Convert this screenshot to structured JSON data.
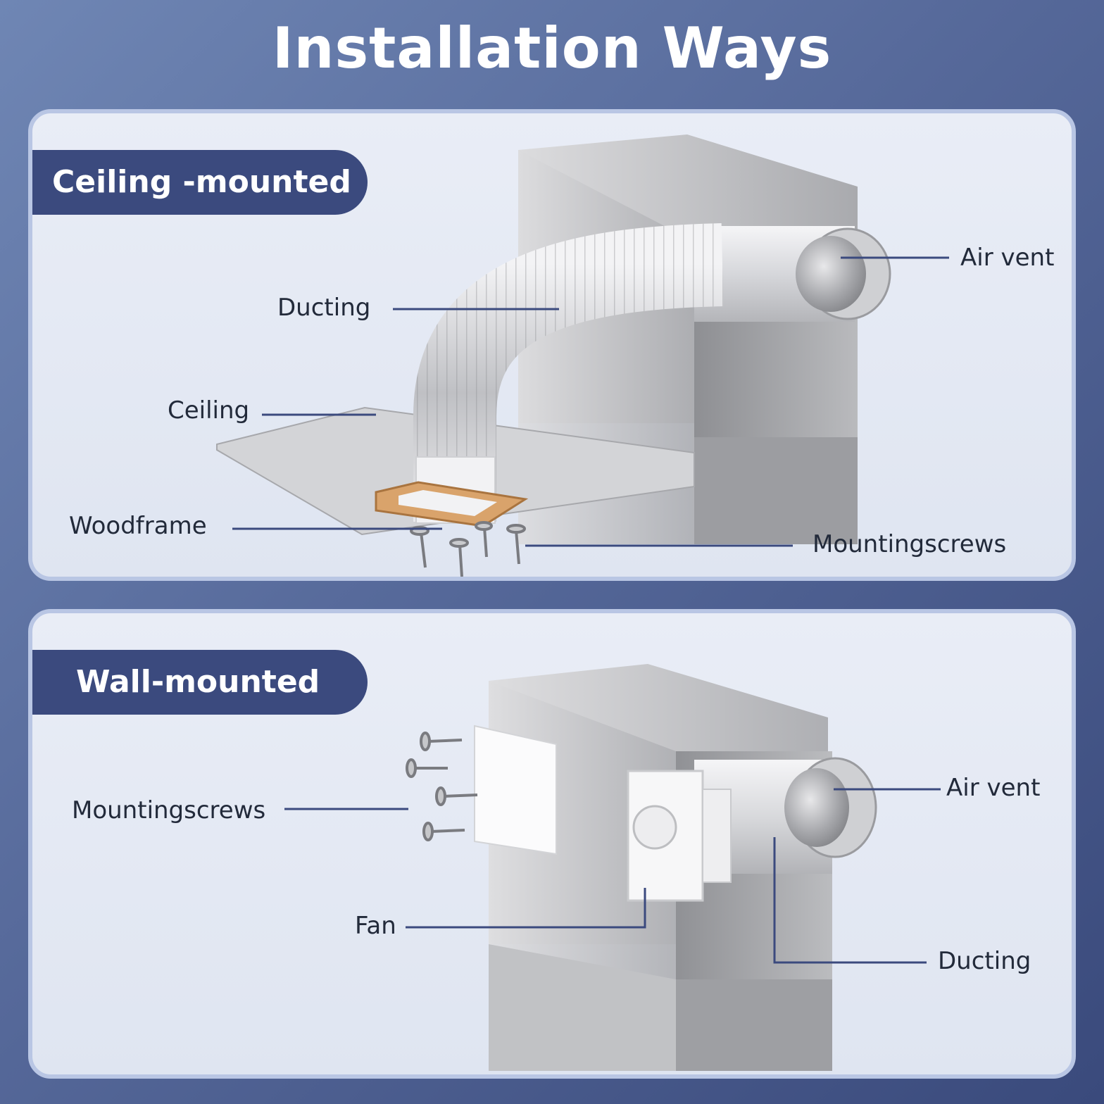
{
  "title": "Installation Ways",
  "colors": {
    "accent": "#3b4a7e",
    "leader_line": "#3b4a7e",
    "panel_border": "#b9c6e4"
  },
  "ceiling_panel": {
    "tag": "Ceiling -mounted",
    "labels": {
      "air_vent": "Air vent",
      "ducting": "Ducting",
      "ceiling": "Ceiling",
      "woodframe": "Woodframe",
      "mounting_screws": "Mountingscrews"
    }
  },
  "wall_panel": {
    "tag": "Wall-mounted",
    "labels": {
      "mounting_screws": "Mountingscrews",
      "air_vent": "Air vent",
      "fan": "Fan",
      "ducting": "Ducting"
    }
  }
}
